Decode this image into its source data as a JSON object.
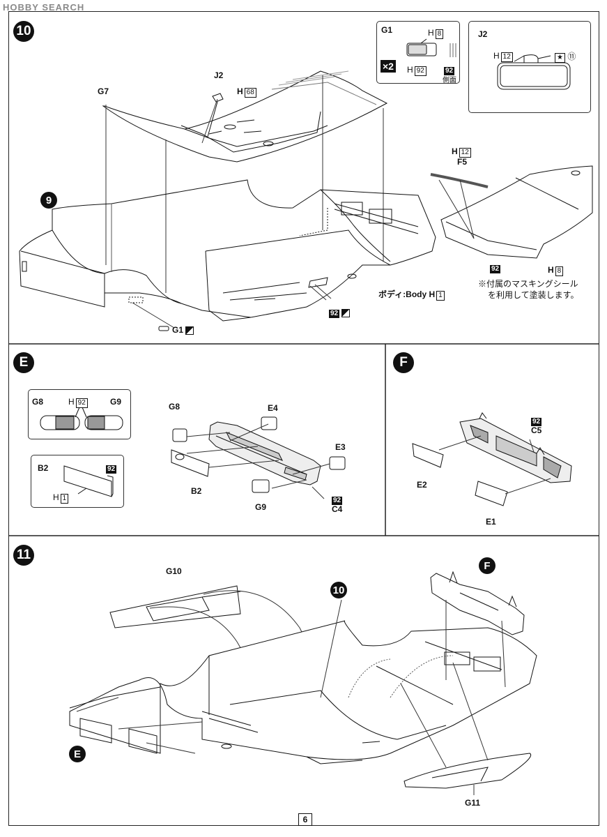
{
  "watermark": "HOBBY SEARCH",
  "page_number": "6",
  "step10": {
    "number": "10",
    "labels": {
      "j2": "J2",
      "g7": "G7",
      "h68_prefix": "H",
      "h68_code": "68",
      "nine": "9",
      "f5": "F5",
      "h12_prefix": "H",
      "h12_code": "12",
      "h8_prefix": "H",
      "h8_code": "8",
      "c92": "92",
      "body_label": "ボディ:Body",
      "body_h_prefix": "H",
      "body_h_code": "1",
      "g1": "G1",
      "c92_bottom": "92",
      "note_line1": "※付属のマスキングシール",
      "note_line2": "を利用して塗装します。"
    },
    "inset_g1": {
      "title": "G1",
      "h8_prefix": "H",
      "h8_code": "8",
      "h92_prefix": "H",
      "h92_code": "92",
      "times": "×2",
      "side_code": "92",
      "side_label": "側面"
    },
    "inset_j2": {
      "title": "J2",
      "h12_prefix": "H",
      "h12_code": "12",
      "star": "★",
      "circle_num": "⑪"
    }
  },
  "stepE": {
    "letter": "E",
    "inset_g8g9": {
      "g8": "G8",
      "g9": "G9",
      "h_prefix": "H",
      "h_code": "92"
    },
    "inset_b2": {
      "b2": "B2",
      "code": "92",
      "h_prefix": "H",
      "h_code": "1"
    },
    "labels": {
      "g8": "G8",
      "e4": "E4",
      "e3": "E3",
      "b2": "B2",
      "g9": "G9",
      "c4": "C4",
      "code": "92"
    }
  },
  "stepF": {
    "letter": "F",
    "labels": {
      "code": "92",
      "c5": "C5",
      "e2": "E2",
      "e1": "E1"
    }
  },
  "step11": {
    "number": "11",
    "labels": {
      "g10": "G10",
      "ten": "10",
      "f": "F",
      "e": "E",
      "g11": "G11"
    }
  }
}
